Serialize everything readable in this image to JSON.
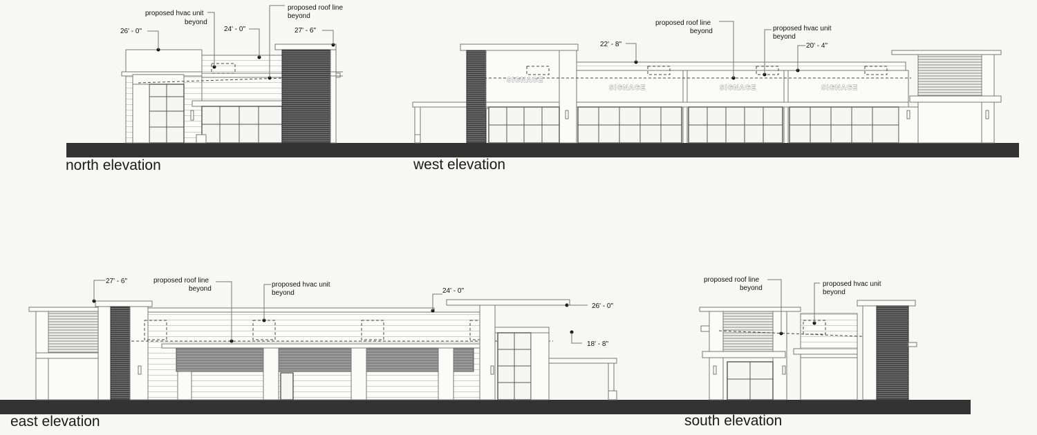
{
  "north": {
    "title": "north elevation",
    "dim_a": "26' - 0\"",
    "dim_b": "24' - 0\"",
    "dim_c": "27' - 6\"",
    "hvac_1": "proposed hvac unit",
    "hvac_2": "beyond",
    "roof_1": "proposed roof line",
    "roof_2": "beyond"
  },
  "west": {
    "title": "west elevation",
    "dim_a": "22' - 8\"",
    "dim_b": "20' - 4\"",
    "roof_1": "proposed roof line",
    "roof_2": "beyond",
    "hvac_1": "proposed hvac unit",
    "hvac_2": "beyond",
    "signage": "SIGNAGE"
  },
  "east": {
    "title": "east elevation",
    "dim_a": "27' - 6\"",
    "dim_b": "24' - 0\"",
    "dim_c": "26' - 0\"",
    "dim_d": "18' - 8\"",
    "roof_1": "proposed roof line",
    "roof_2": "beyond",
    "hvac_1": "proposed hvac unit",
    "hvac_2": "beyond"
  },
  "south": {
    "title": "south elevation",
    "roof_1": "proposed roof line",
    "roof_2": "beyond",
    "hvac_1": "proposed hvac unit",
    "hvac_2": "beyond"
  }
}
